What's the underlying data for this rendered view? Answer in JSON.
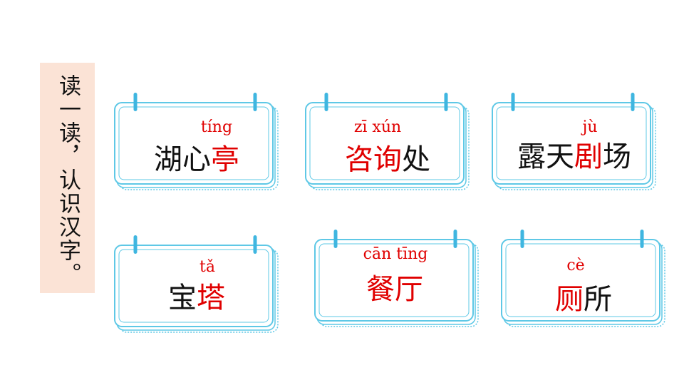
{
  "side_label": "读一读，认识汉字。",
  "colors": {
    "highlight": "#e00000",
    "card_border": "#5ec8e6",
    "side_bg": "#fbe3d6"
  },
  "cards": [
    {
      "pinyin": "tíng",
      "word": [
        {
          "t": "湖心",
          "hl": false
        },
        {
          "t": "亭",
          "hl": true
        }
      ]
    },
    {
      "pinyin": "zī xún",
      "word": [
        {
          "t": "咨询",
          "hl": true
        },
        {
          "t": "处",
          "hl": false
        }
      ]
    },
    {
      "pinyin": "jù",
      "word": [
        {
          "t": "露天",
          "hl": false
        },
        {
          "t": "剧",
          "hl": true
        },
        {
          "t": "场",
          "hl": false
        }
      ]
    },
    {
      "pinyin": "tǎ",
      "word": [
        {
          "t": "宝",
          "hl": false
        },
        {
          "t": "塔",
          "hl": true
        }
      ]
    },
    {
      "pinyin": "cān tīng",
      "word": [
        {
          "t": "餐厅",
          "hl": true
        }
      ]
    },
    {
      "pinyin": "cè",
      "word": [
        {
          "t": "厕",
          "hl": true
        },
        {
          "t": "所",
          "hl": false
        }
      ]
    }
  ]
}
